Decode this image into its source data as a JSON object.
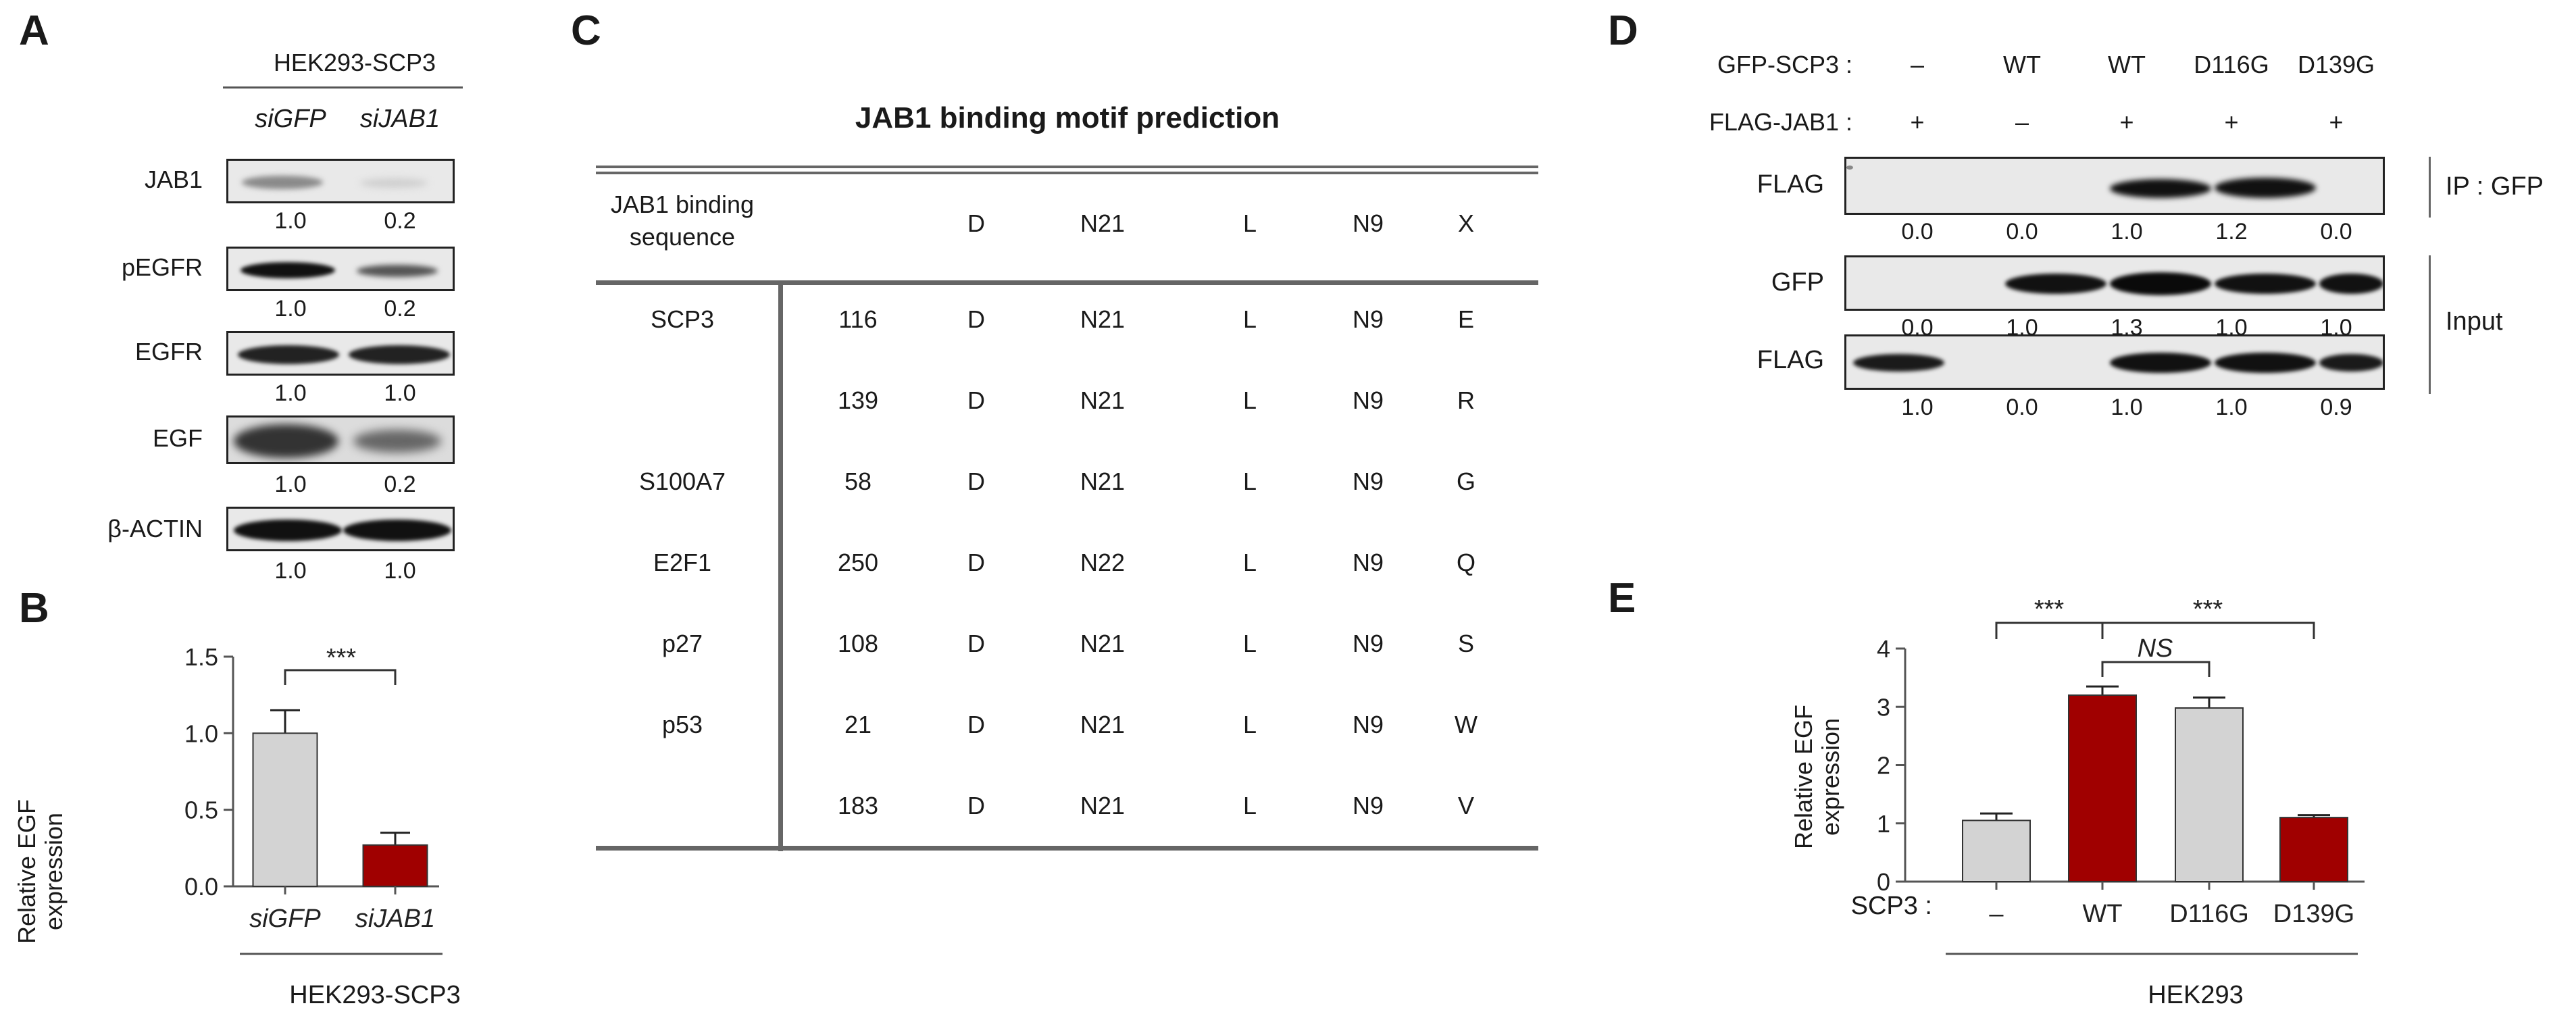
{
  "panels": {
    "a": "A",
    "b": "B",
    "c": "C",
    "d": "D",
    "e": "E"
  },
  "panel_a": {
    "cell_line": "HEK293-SCP3",
    "lanes": [
      "siGFP",
      "siJAB1"
    ],
    "blots": [
      {
        "name": "JAB1",
        "quant": [
          "1.0",
          "0.2"
        ]
      },
      {
        "name": "pEGFR",
        "quant": [
          "1.0",
          "0.2"
        ]
      },
      {
        "name": "EGFR",
        "quant": [
          "1.0",
          "1.0"
        ]
      },
      {
        "name": "EGF",
        "quant": [
          "1.0",
          "0.2"
        ]
      },
      {
        "name": "β-ACTIN",
        "quant": [
          "1.0",
          "1.0"
        ]
      }
    ]
  },
  "panel_b": {
    "ylabel_line1": "Relative EGF",
    "ylabel_line2": "expression",
    "yticks": [
      "0.0",
      "0.5",
      "1.0",
      "1.5"
    ],
    "categories": [
      "siGFP",
      "siJAB1"
    ],
    "significance": "***",
    "group_label": "HEK293-SCP3"
  },
  "panel_c": {
    "title": "JAB1 binding motif prediction",
    "header": {
      "col1_line1": "JAB1 binding",
      "col1_line2": "sequence",
      "cols": [
        "D",
        "N21",
        "L",
        "N9",
        "X"
      ]
    },
    "rows": [
      {
        "protein": "SCP3",
        "pos": "116",
        "d": "D",
        "n1": "N21",
        "l": "L",
        "n2": "N9",
        "x": "E"
      },
      {
        "protein": "",
        "pos": "139",
        "d": "D",
        "n1": "N21",
        "l": "L",
        "n2": "N9",
        "x": "R"
      },
      {
        "protein": "S100A7",
        "pos": "58",
        "d": "D",
        "n1": "N21",
        "l": "L",
        "n2": "N9",
        "x": "G"
      },
      {
        "protein": "E2F1",
        "pos": "250",
        "d": "D",
        "n1": "N22",
        "l": "L",
        "n2": "N9",
        "x": "Q"
      },
      {
        "protein": "p27",
        "pos": "108",
        "d": "D",
        "n1": "N21",
        "l": "L",
        "n2": "N9",
        "x": "S"
      },
      {
        "protein": "p53",
        "pos": "21",
        "d": "D",
        "n1": "N21",
        "l": "L",
        "n2": "N9",
        "x": "W"
      },
      {
        "protein": "",
        "pos": "183",
        "d": "D",
        "n1": "N21",
        "l": "L",
        "n2": "N9",
        "x": "V"
      }
    ]
  },
  "panel_d": {
    "gfp_label": "GFP-SCP3 :",
    "flag_label": "FLAG-JAB1 :",
    "gfp_lanes": [
      "–",
      "WT",
      "WT",
      "D116G",
      "D139G"
    ],
    "flag_lanes": [
      "+",
      "–",
      "+",
      "+",
      "+"
    ],
    "blots": [
      {
        "name": "FLAG",
        "quant": [
          "0.0",
          "0.0",
          "1.0",
          "1.2",
          "0.0"
        ]
      },
      {
        "name": "GFP",
        "quant": [
          "0.0",
          "1.0",
          "1.3",
          "1.0",
          "1.0"
        ]
      },
      {
        "name": "FLAG",
        "quant": [
          "1.0",
          "0.0",
          "1.0",
          "1.0",
          "0.9"
        ]
      }
    ],
    "ip_label": "IP : GFP",
    "input_label": "Input"
  },
  "panel_e": {
    "ylabel_line1": "Relative EGF",
    "ylabel_line2": "expression",
    "yticks": [
      "0",
      "1",
      "2",
      "3",
      "4"
    ],
    "xlabel": "SCP3 :",
    "categories": [
      "–",
      "WT",
      "D116G",
      "D139G"
    ],
    "sig_left": "***",
    "sig_mid": "NS",
    "sig_right": "***",
    "group_label": "HEK293"
  },
  "colors": {
    "control": "#d3d3d3",
    "treatment": "#a00000",
    "axis": "#555555"
  },
  "chart_data": [
    {
      "type": "bar",
      "categories": [
        "siGFP",
        "siJAB1"
      ],
      "values": [
        1.0,
        0.27
      ],
      "errors": [
        0.15,
        0.08
      ],
      "ylabel": "Relative EGF expression",
      "ylim": [
        0,
        1.5
      ],
      "colors": [
        "#d3d3d3",
        "#a00000"
      ]
    },
    {
      "type": "bar",
      "categories": [
        "–",
        "WT",
        "D116G",
        "D139G"
      ],
      "values": [
        1.05,
        3.2,
        2.98,
        1.1
      ],
      "errors": [
        0.12,
        0.15,
        0.18,
        0.04
      ],
      "ylabel": "Relative EGF expression",
      "xlabel": "SCP3 :",
      "ylim": [
        0,
        4
      ],
      "colors": [
        "#d3d3d3",
        "#a00000",
        "#d3d3d3",
        "#a00000"
      ]
    }
  ]
}
